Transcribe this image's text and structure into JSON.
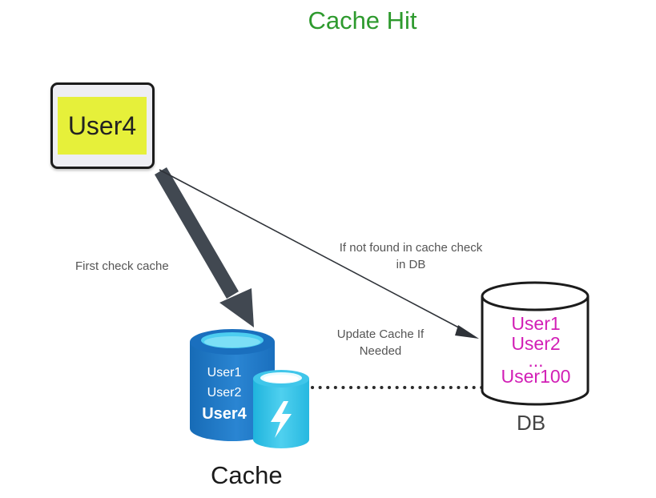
{
  "title": "Cache Hit",
  "client": {
    "label": "User4"
  },
  "edges": {
    "first_check": "First check cache",
    "db_fallback": "If not found in cache check in DB",
    "update_cache": "Update Cache If Needed"
  },
  "cache": {
    "label": "Cache",
    "rows": [
      "User1",
      "User2",
      "User4"
    ],
    "highlighted_row": "User4"
  },
  "db": {
    "label": "DB",
    "rows": [
      "User1",
      "User2",
      "...",
      "User100"
    ]
  },
  "colors": {
    "title": "#2e9a2e",
    "highlight": "#e6f03a",
    "db_text": "#d21fb6",
    "cache_blue": "#1f78c8",
    "cache_cyan": "#2ec2e6",
    "arrow": "#414851"
  },
  "icons": {
    "cache_badge": "lightning-bolt-icon"
  }
}
